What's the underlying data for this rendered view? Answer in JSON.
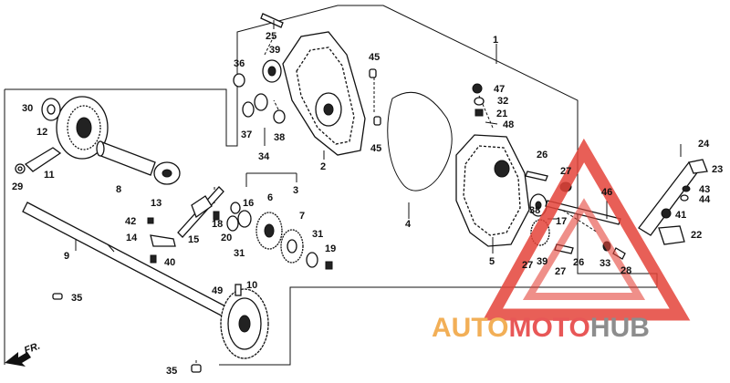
{
  "diagram": {
    "direction_marker": "FR.",
    "callouts": [
      "1",
      "2",
      "3",
      "4",
      "5",
      "6",
      "7",
      "8",
      "9",
      "10",
      "11",
      "12",
      "13",
      "14",
      "15",
      "16",
      "17",
      "18",
      "19",
      "20",
      "21",
      "22",
      "23",
      "24",
      "25",
      "26",
      "27",
      "28",
      "29",
      "30",
      "31",
      "32",
      "33",
      "34",
      "35",
      "36",
      "37",
      "38",
      "39",
      "40",
      "41",
      "42",
      "43",
      "44",
      "45",
      "46",
      "47",
      "48",
      "49"
    ]
  },
  "watermark": {
    "part_a": "AUTO",
    "part_b": "MOTO",
    "part_c": "HUB",
    "colors": {
      "auto": "#f0a23a",
      "moto": "#e53a3a",
      "hub": "#7a7a7a",
      "triangle": "#e5443a"
    }
  }
}
